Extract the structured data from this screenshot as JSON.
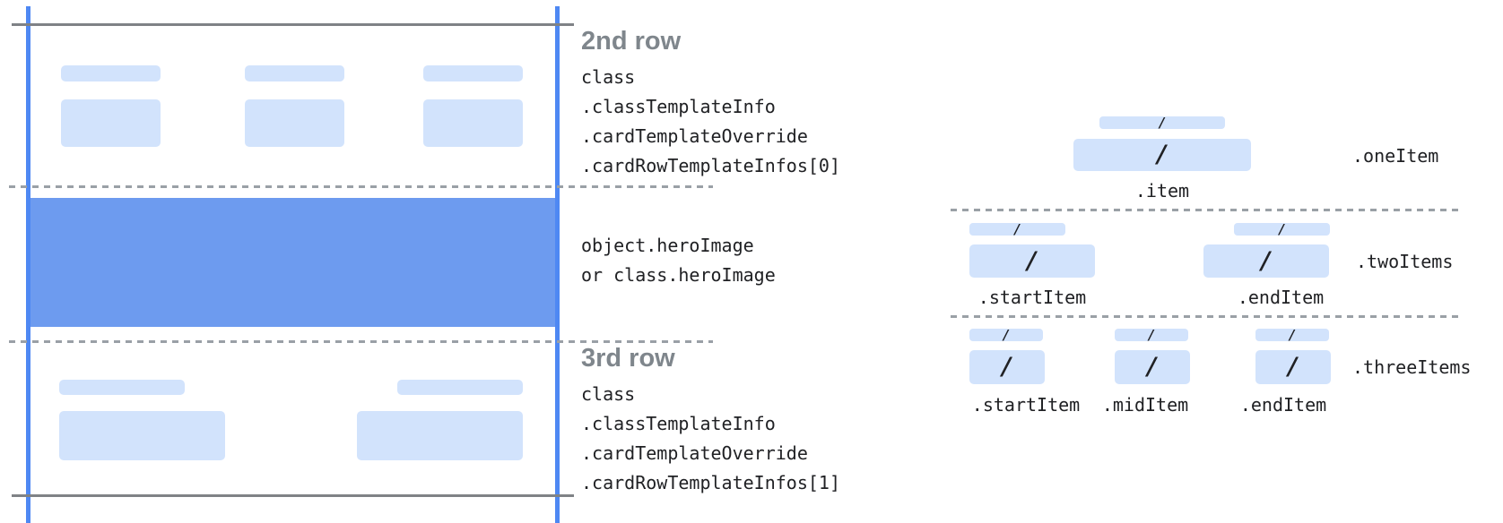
{
  "palette": {
    "placeholder_blue": "#d2e3fc",
    "hero_blue": "#6d9bef",
    "guide_line_blue": "#4e88f3",
    "solid_rule_gray": "#7f8286",
    "dashed_rule_gray": "#9aa0a6",
    "heading_gray": "#7f868c",
    "code_text": "#202124"
  },
  "glyphs": {
    "slash": "/"
  },
  "annotations": {
    "row2": {
      "title": "2nd row",
      "lines": [
        "class",
        ".classTemplateInfo",
        ".cardTemplateOverride",
        ".cardRowTemplateInfos[0]"
      ]
    },
    "hero": {
      "lines": [
        "object.heroImage",
        "or class.heroImage"
      ]
    },
    "row3": {
      "title": "3rd row",
      "lines": [
        "class",
        ".classTemplateInfo",
        ".cardTemplateOverride",
        ".cardRowTemplateInfos[1]"
      ]
    }
  },
  "item_layouts": [
    {
      "name": ".oneItem",
      "items": [
        ".item"
      ]
    },
    {
      "name": ".twoItems",
      "items": [
        ".startItem",
        ".endItem"
      ]
    },
    {
      "name": ".threeItems",
      "items": [
        ".startItem",
        ".midItem",
        ".endItem"
      ]
    }
  ]
}
